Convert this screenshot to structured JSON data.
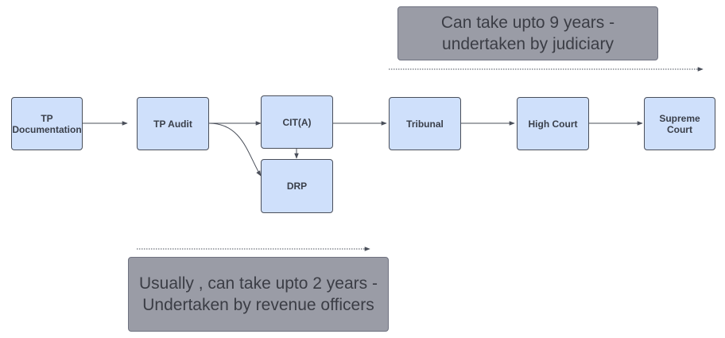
{
  "nodes": {
    "tp_documentation": "TP\nDocumentation",
    "tp_audit": "TP Audit",
    "cit_a": "CIT(A)",
    "drp": "DRP",
    "tribunal": "Tribunal",
    "high_court": "High Court",
    "supreme_court": "Supreme\nCourt"
  },
  "notes": {
    "judiciary": "Can take upto 9 years - undertaken by judiciary",
    "revenue": "Usually , can take upto 2 years - Undertaken by revenue officers"
  },
  "colors": {
    "node_fill": "#cfe0fb",
    "node_border": "#4a4f5a",
    "note_fill": "#9a9ca6",
    "connector": "#4a4f5a"
  }
}
